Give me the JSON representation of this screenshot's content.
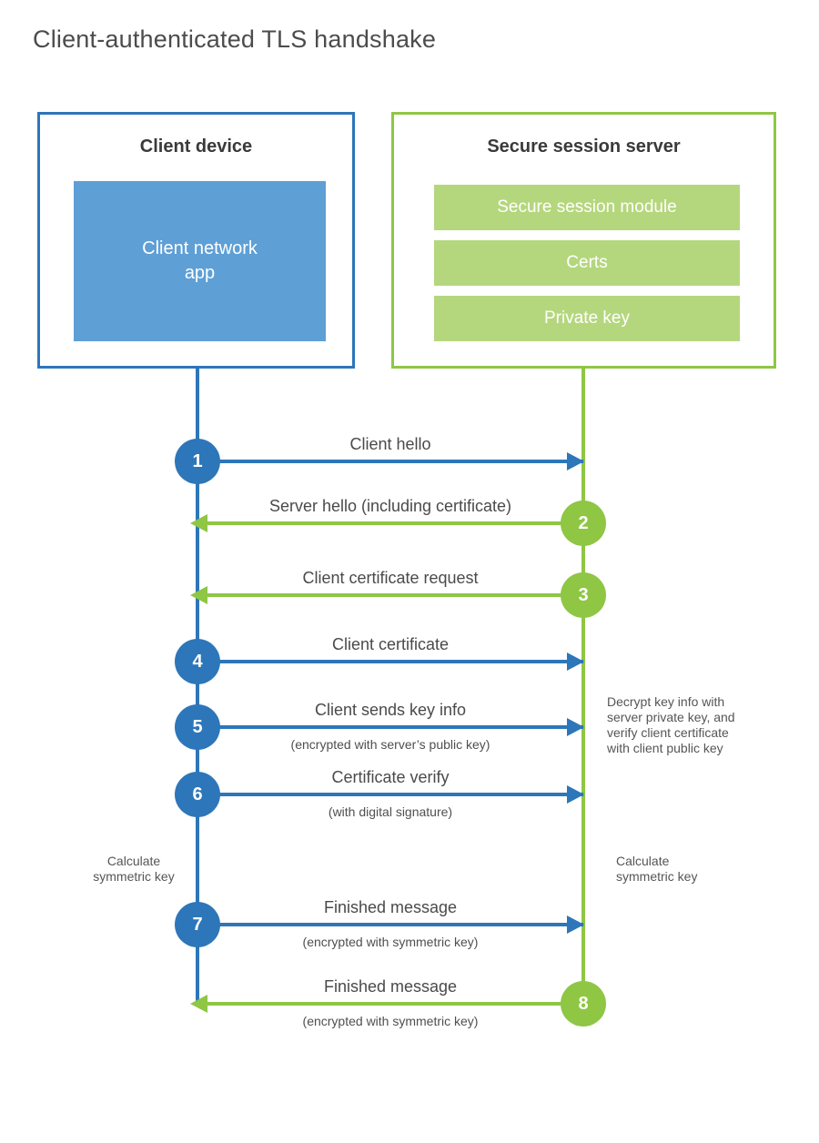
{
  "page": {
    "title": "Client-authenticated TLS handshake"
  },
  "colors": {
    "blue": "#2d76b9",
    "blue_light": "#5e9fd6",
    "green": "#8fc644",
    "green_light": "#b4d77d"
  },
  "client": {
    "title": "Client device",
    "app_label": "Client network app"
  },
  "server": {
    "title": "Secure session server",
    "modules": [
      "Secure session module",
      "Certs",
      "Private key"
    ]
  },
  "steps": [
    {
      "num": "1",
      "label": "Client hello",
      "sublabel": "",
      "direction": "right",
      "actor": "client"
    },
    {
      "num": "2",
      "label": "Server hello (including certificate)",
      "sublabel": "",
      "direction": "left",
      "actor": "server"
    },
    {
      "num": "3",
      "label": "Client certificate request",
      "sublabel": "",
      "direction": "left",
      "actor": "server"
    },
    {
      "num": "4",
      "label": "Client certificate",
      "sublabel": "",
      "direction": "right",
      "actor": "client"
    },
    {
      "num": "5",
      "label": "Client sends key info",
      "sublabel": "(encrypted with server’s public key)",
      "direction": "right",
      "actor": "client"
    },
    {
      "num": "6",
      "label": "Certificate verify",
      "sublabel": "(with digital signature)",
      "direction": "right",
      "actor": "client"
    },
    {
      "num": "7",
      "label": "Finished message",
      "sublabel": "(encrypted with symmetric key)",
      "direction": "right",
      "actor": "client"
    },
    {
      "num": "8",
      "label": "Finished message",
      "sublabel": "(encrypted with symmetric key)",
      "direction": "left",
      "actor": "server"
    }
  ],
  "notes": {
    "decrypt": "Decrypt key info with server private key, and verify client certificate with client public key",
    "calc_left": "Calculate symmetric key",
    "calc_right": "Calculate symmetric key"
  }
}
